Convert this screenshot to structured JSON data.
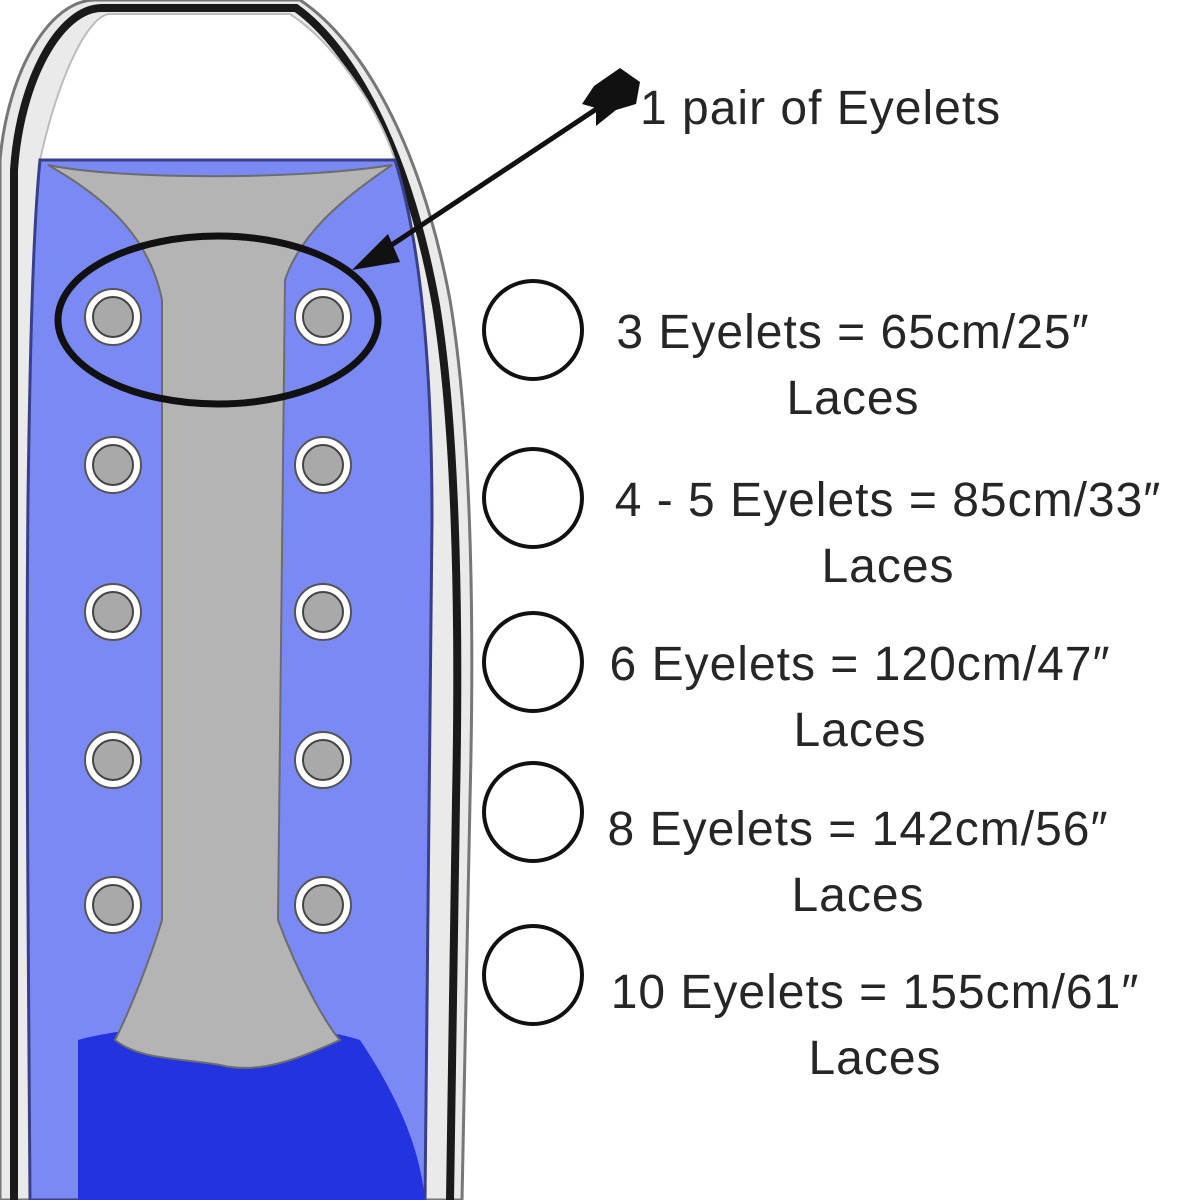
{
  "callout": {
    "label": "1 pair of Eyelets"
  },
  "options": [
    {
      "line1": "3 Eyelets = 65cm/25″",
      "line2": "Laces"
    },
    {
      "line1": "4 - 5 Eyelets = 85cm/33″",
      "line2": "Laces"
    },
    {
      "line1": "6 Eyelets = 120cm/47″",
      "line2": "Laces"
    },
    {
      "line1": "8 Eyelets = 142cm/56″",
      "line2": "Laces"
    },
    {
      "line1": "10 Eyelets = 155cm/61″",
      "line2": "Laces"
    }
  ],
  "colors": {
    "upper_blue": "#7b89f5",
    "toe_blue": "#2333e0",
    "tongue_gray": "#b4b4b4",
    "eyelet_gray": "#a9a9a9",
    "outline": "#111111"
  },
  "icons": {
    "arrow": "arrow-icon",
    "radio": "radio-circle-icon"
  }
}
